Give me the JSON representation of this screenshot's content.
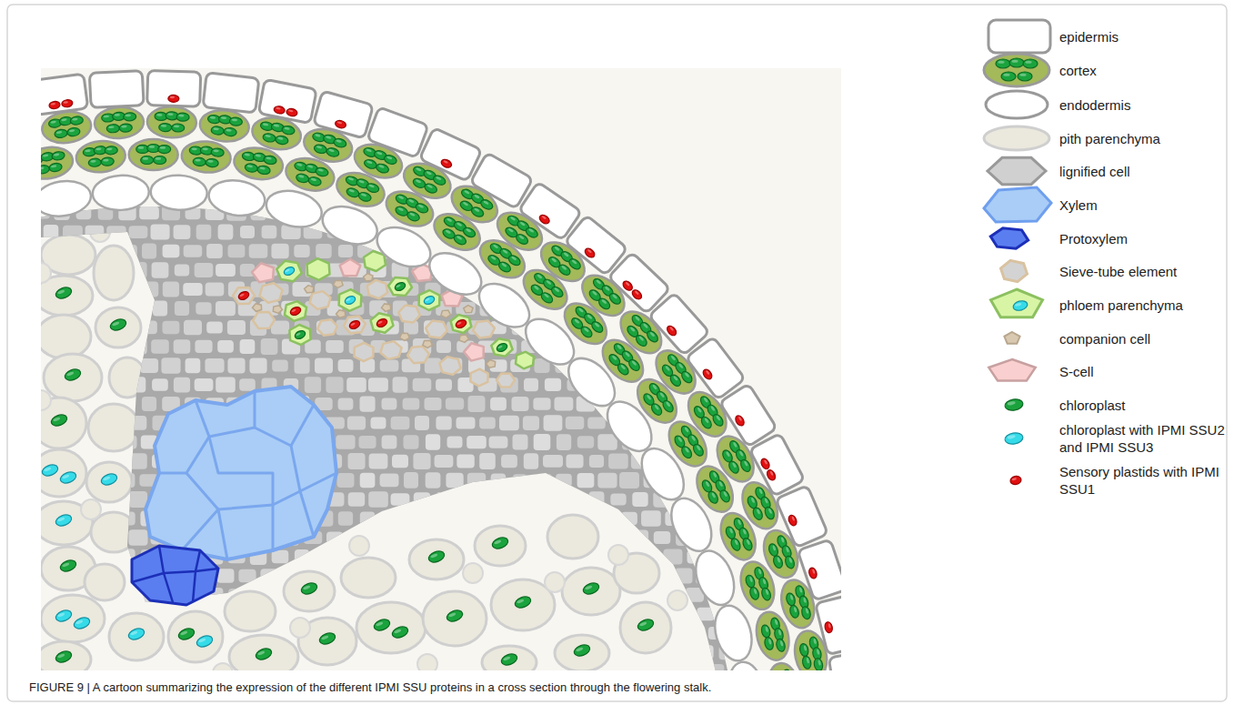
{
  "diagram": {
    "caption": "FIGURE 9 | A cartoon summarizing the expression of the different IPMI SSU proteins in a cross section through the flowering stalk.",
    "legend": [
      {
        "text": "epidermis"
      },
      {
        "text": "cortex"
      },
      {
        "text": "endodermis"
      },
      {
        "text": "pith parenchyma"
      },
      {
        "text": "lignified cell"
      },
      {
        "text": "Xylem"
      },
      {
        "text": "Protoxylem"
      },
      {
        "text": "Sieve-tube element"
      },
      {
        "text": "phloem parenchyma"
      },
      {
        "text": "companion cell"
      },
      {
        "text": "S-cell"
      },
      {
        "text": "chloroplast"
      },
      {
        "text": "chloroplast with IPMI SSU2 and IPMI SSU3"
      },
      {
        "text": "Sensory plastids with IPMI SSU1"
      }
    ]
  }
}
